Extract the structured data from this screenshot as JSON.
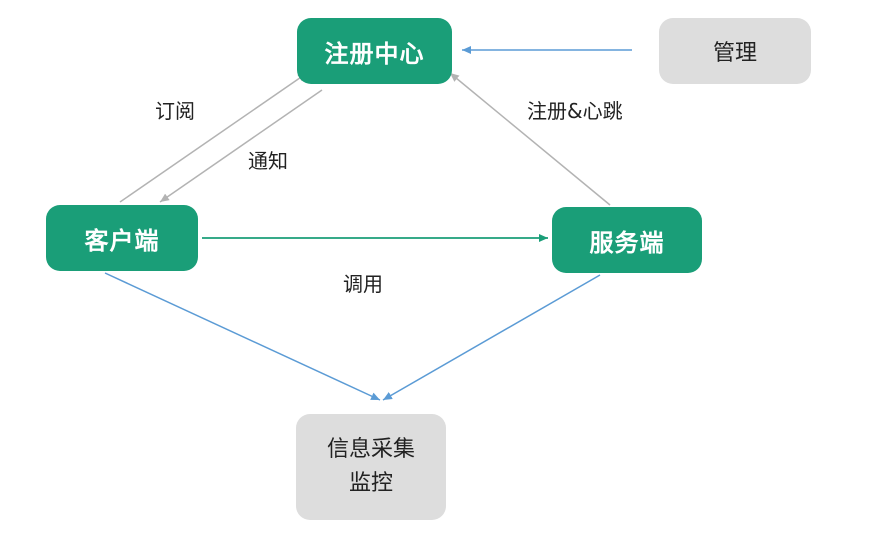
{
  "nodes": {
    "registry": "注册中心",
    "admin": "管理",
    "client": "客户端",
    "server": "服务端",
    "monitor_line1": "信息采集",
    "monitor_line2": "监控"
  },
  "edges": {
    "subscribe": "订阅",
    "notify": "通知",
    "register_heartbeat": "注册&心跳",
    "invoke": "调用"
  },
  "colors": {
    "primary_node": "#1a9e78",
    "secondary_node": "#dddddd",
    "gray_edge": "#b3b3b3",
    "blue_edge": "#5b9bd5",
    "green_edge": "#1a9e78"
  }
}
